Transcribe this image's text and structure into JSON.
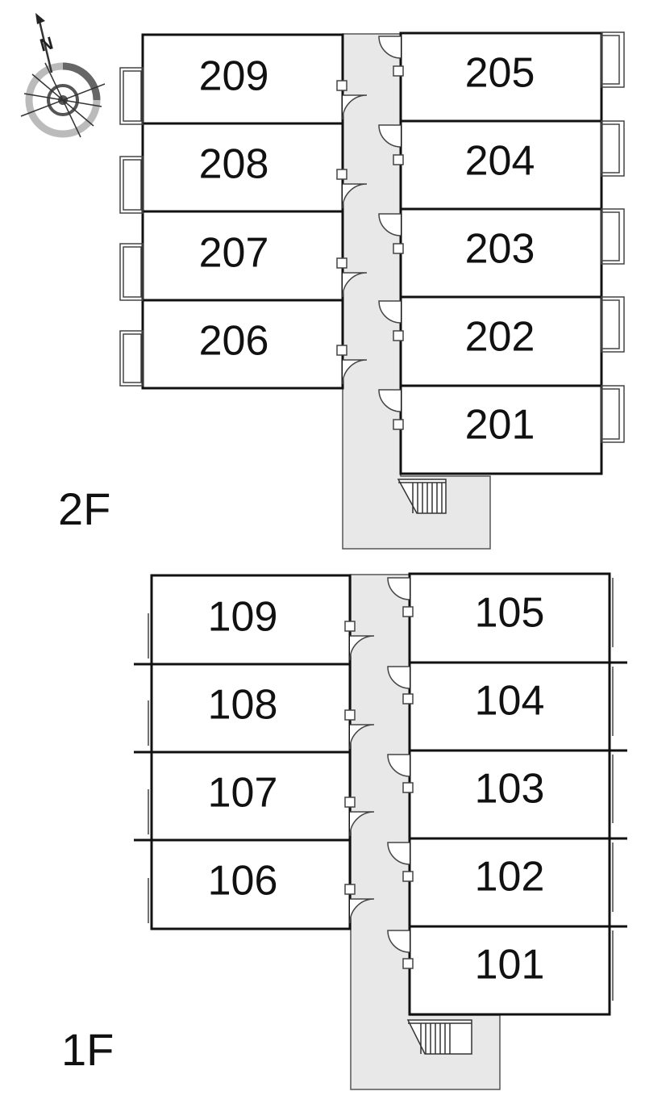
{
  "compass": {
    "north_label": "N",
    "icon": "compass-icon"
  },
  "floors": [
    {
      "label": "2F",
      "left_rooms": [
        "209",
        "208",
        "207",
        "206"
      ],
      "right_rooms": [
        "205",
        "204",
        "203",
        "202",
        "201"
      ]
    },
    {
      "label": "1F",
      "left_rooms": [
        "109",
        "108",
        "107",
        "106"
      ],
      "right_rooms": [
        "105",
        "104",
        "103",
        "102",
        "101"
      ]
    }
  ],
  "colors": {
    "corridor": "#e8e8e8",
    "wall": "#111111",
    "stair": "#333333"
  }
}
